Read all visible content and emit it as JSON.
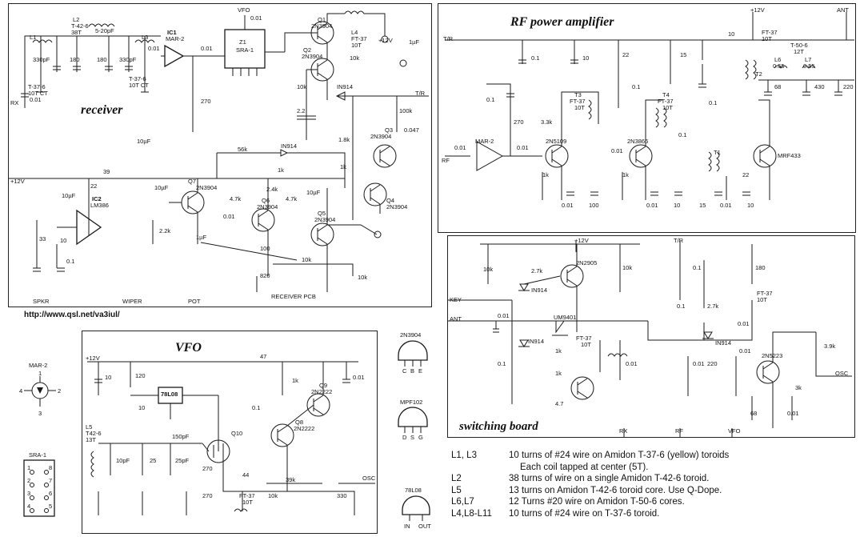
{
  "panels": {
    "receiver": {
      "title": "receiver",
      "footer": "RECEIVER PCB"
    },
    "rf_amp": {
      "title": "RF power amplifier"
    },
    "switching": {
      "title": "switching  board"
    },
    "vfo": {
      "title": "VFO"
    }
  },
  "url": "http://www.qsl.net/va3iul/",
  "receiver_labels": {
    "l1": "L1",
    "l2": "L2",
    "l2_core": "T-42-6",
    "l2_turns": "38T",
    "l1_core": "T-37-6",
    "l1_turns": "10T CT",
    "l3": "L3",
    "l3_core": "T-37-6",
    "l3_turns": "10T CT",
    "c_330a": "330pF",
    "c_180a": "180",
    "c_var": "5-20pF",
    "c_180b": "180",
    "c_330b": "330pF",
    "c_001a": "0.01",
    "c_001b": "0.01",
    "c_001c": "0.01",
    "c_001d": "0.01",
    "ic1": "IC1",
    "ic1_type": "MAR-2",
    "z1": "Z1",
    "z1_type": "SRA-1",
    "vfo_in": "VFO",
    "rx": "RX",
    "q1": "Q1",
    "q1_type": "2N3904",
    "q2": "Q2",
    "q2_type": "2N3904",
    "l4": "L4",
    "l4_core": "FT-37",
    "l4_turns": "10T",
    "v12a": "+12V",
    "c_1uf": "1µF",
    "r_10k": "10k",
    "r_10k_b": "10k",
    "d1": "IN914",
    "tr": "T/R",
    "r_100k": "100k",
    "q3": "Q3",
    "q3_type": "2N3904",
    "c_047": "0.047",
    "r_18k": "1.8k",
    "r_1k": "1k",
    "q4": "Q4",
    "q4_type": "2N3904",
    "r_270": "270",
    "c_22": "2.2",
    "c_10uf_a": "10µF",
    "v12b": "+12V",
    "r_39": "39",
    "r_22": "22",
    "r_56k": "56k",
    "d2": "IN914",
    "q7": "Q7",
    "q7_type": "2N3904",
    "c_10uf_b": "10µF",
    "r_47k_a": "4.7k",
    "r_1k_b": "1k",
    "r_24k": "2.4k",
    "r_47k_b": "4.7k",
    "c_10uf_c": "10µF",
    "q6": "Q6",
    "q6_type": "2N3904",
    "q5": "Q5",
    "q5_type": "2N3904",
    "ic2": "IC2",
    "ic2_type": "LM386",
    "c_10uf_d": "10µF",
    "c_33": "33",
    "r_10": "10",
    "c_01": "0.1",
    "r_22k": "2.2k",
    "c_1uf_b": "1µF",
    "r_100": "100",
    "r_820": "820",
    "r_10k_c": "10k",
    "r_10k_d": "10k",
    "spkr": "SPKR",
    "wiper": "WIPER",
    "pot": "POT",
    "c_001e": "0.01"
  },
  "rf_labels": {
    "tr": "T/R",
    "v12": "+12V",
    "ant": "ANT",
    "rf": "RF",
    "c_01a": "0.1",
    "c_10a": "10",
    "r_22": "22",
    "r_15": "15",
    "c_10b": "10",
    "l_ft37": "FT-37",
    "l_10t": "10T",
    "l_t506": "T-50-6",
    "l_12t": "12T",
    "l6": "L6",
    "l6_v": "0.55",
    "l7": "L7",
    "l7_v": "0.55",
    "c_68": "68",
    "c_430": "430",
    "c_220": "220",
    "t2": "T2",
    "c_01b": "0.1",
    "r_270": "270",
    "r_33k": "3.3k",
    "t3": "T3",
    "t3_core": "FT-37",
    "t3_t": "10T",
    "t4": "T4",
    "t4_core": "FT-37",
    "t4_t": "10T",
    "c_01c": "0.1",
    "c_01d": "0.1",
    "mar2": "MAR-2",
    "c_001a": "0.01",
    "c_001b": "0.01",
    "q_2n5109": "2N5109",
    "q_2n3866": "2N3866",
    "q_mrf": "MRF433",
    "t1": "T1",
    "r_1k": "1k",
    "c_001c": "0.01",
    "r_1k_b": "1k",
    "r_22b": "22",
    "c_001d": "0.01",
    "c_100": "100",
    "c_001e": "0.01",
    "c_10c": "10",
    "c_15": "15",
    "c_001f": "0.01",
    "c_10d": "10",
    "c_01e": "0.1"
  },
  "sw_labels": {
    "v12": "+12V",
    "tr": "T/R",
    "key": "KEY",
    "ant": "ANT",
    "rx": "RX",
    "rf": "RF",
    "vfo": "VFO",
    "osc": "OSC",
    "r_10k_a": "10k",
    "r_27k_a": "2.7k",
    "q_2n2905": "2N2905",
    "r_10k_b": "10k",
    "c_01a": "0.1",
    "r_180": "180",
    "d_a": "IN914",
    "c_001a": "0.01",
    "d_um": "UM9401",
    "d_b": "IN914",
    "c_01b": "0.1",
    "r_27k_b": "2.7k",
    "l_ft37": "FT-37",
    "l_10t": "10T",
    "c_001b": "0.01",
    "r_39k": "3.9k",
    "d_c": "IN914",
    "ft37b": "FT-37",
    "t10b": "10T",
    "r_1k_a": "1k",
    "c_001c": "0.01",
    "c_001d": "0.01",
    "c_01c": "0.1",
    "r_1k_b": "1k",
    "c_47": "4.7",
    "r_220": "220",
    "q_2n5223": "2N5223",
    "r_3k": "3k",
    "c_001e": "0.01",
    "c_68": "68",
    "c_001f": "0.01"
  },
  "vfo_labels": {
    "v12": "+12V",
    "r_47": "47",
    "c_10a": "10",
    "r_120": "120",
    "r_1k": "1k",
    "c_001a": "0.01",
    "q9": "Q9",
    "q9_type": "2N2222",
    "reg": "78L08",
    "c_10b": "10",
    "c_01": "0.1",
    "q8": "Q8",
    "q8_type": "2N2222",
    "q10": "Q10",
    "l5": "L5",
    "l5_core": "T42-6",
    "l5_t": "13T",
    "c_150": "150pF",
    "c_10pf": "10pF",
    "c_25": "25",
    "c_25pf": "25pF",
    "c_270a": "270",
    "c_270b": "270",
    "c_44": "44",
    "l_ft37": "FT-37",
    "l_10t": "10T",
    "r_10k": "10k",
    "r_39k": "39k",
    "r_330": "330",
    "osc": "OSC"
  },
  "pinouts": {
    "mar2": {
      "name": "MAR-2",
      "pins": [
        "1",
        "2",
        "3",
        "4"
      ]
    },
    "sra1": {
      "name": "SRA-1",
      "pins": [
        "1",
        "2",
        "3",
        "4",
        "5",
        "6",
        "7",
        "8"
      ]
    },
    "n3904": {
      "name": "2N3904",
      "pins": [
        "C",
        "B",
        "E"
      ]
    },
    "mpf102": {
      "name": "MPF102",
      "pins": [
        "D",
        "S",
        "G"
      ]
    },
    "l78": {
      "name": "78L08",
      "pins": [
        "IN",
        "OUT"
      ]
    }
  },
  "legend": [
    {
      "key": "L1, L3",
      "value": "10 turns of #24 wire on Amidon T-37-6 (yellow) toroids"
    },
    {
      "key": "",
      "value": "Each coil tapped at center (5T)."
    },
    {
      "key": "L2",
      "value": "38 turns of wire on a single Amidon T-42-6 toroid."
    },
    {
      "key": "L5",
      "value": "13 turns on Amidon T-42-6 toroid core. Use Q-Dope."
    },
    {
      "key": "L6,L7",
      "value": "12 Turns #20 wire on Amidon T-50-6 cores."
    },
    {
      "key": "L4,L8-L11",
      "value": "10 turns of #24 wire on T-37-6 toroid."
    }
  ]
}
